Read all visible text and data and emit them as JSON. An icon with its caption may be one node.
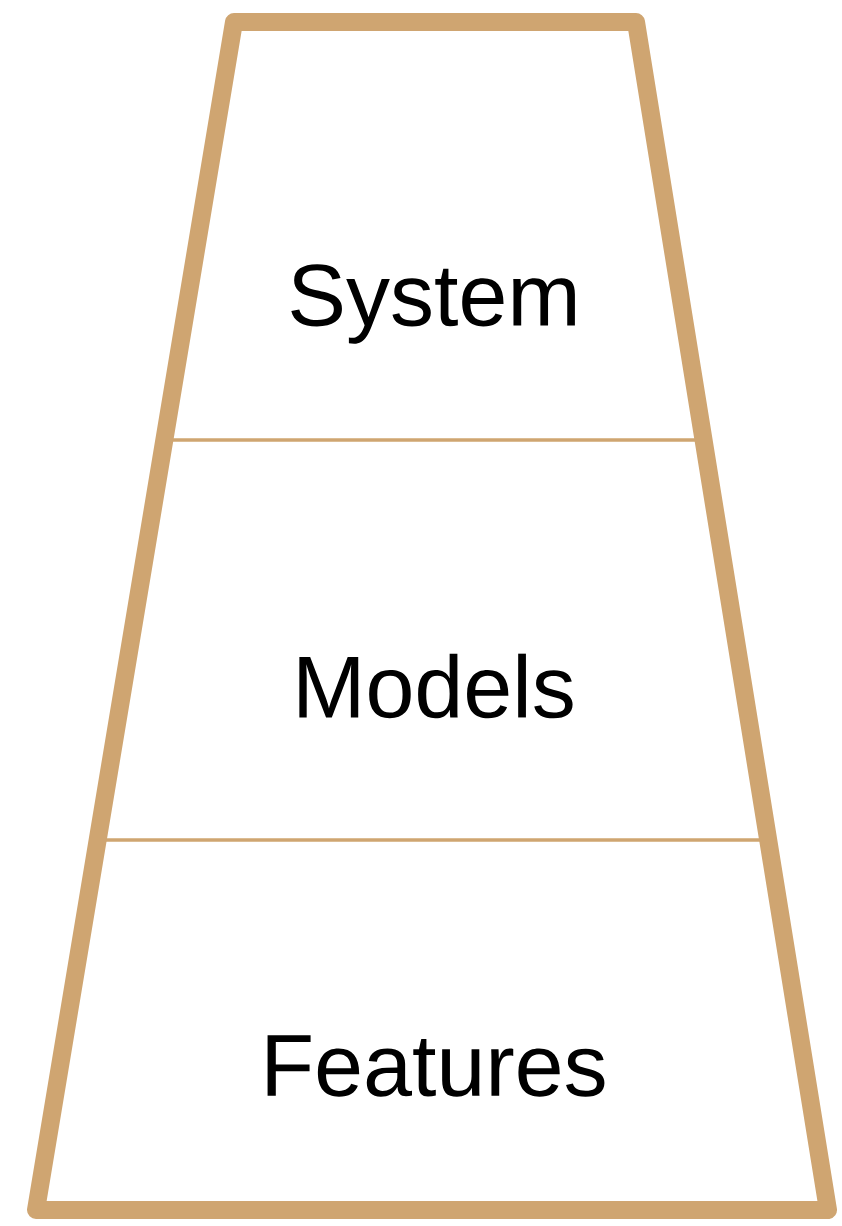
{
  "diagram": {
    "nodes": [
      {
        "text": [
          "System"
        ]
      },
      {
        "text": [
          "Models"
        ]
      },
      {
        "text": [
          "Features"
        ]
      }
    ]
  }
}
